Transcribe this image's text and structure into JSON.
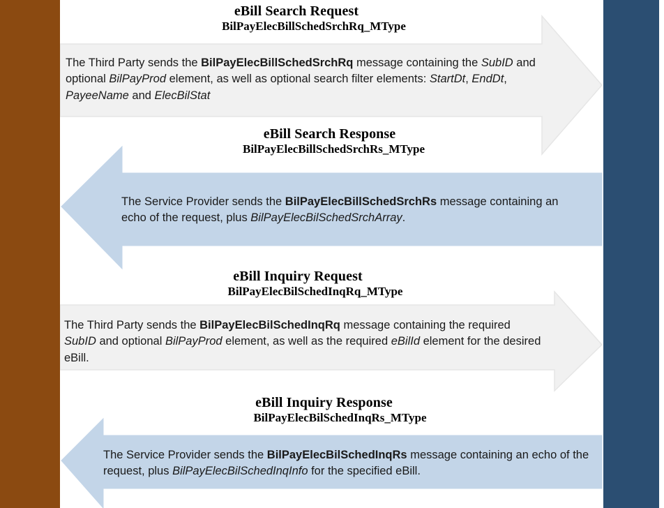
{
  "palette": {
    "left_bar": "#8B4A11",
    "right_bar": "#2B4E72",
    "arrow_grey": "#F1F1F1",
    "arrow_grey_edge": "#E2E2E2",
    "arrow_blue": "#C3D5E8",
    "page_white": "#FFFFFF",
    "text": "#1A1A1A"
  },
  "sections": [
    {
      "id": "ebill-search-request",
      "title": "eBill Search Request",
      "subtitle": "BilPayElecBillSchedSrchRq_MType",
      "direction": "right",
      "arrow_color": "#F1F1F1",
      "body": {
        "line1_pre": "The Third Party sends the ",
        "line1_bold": "BilPayElecBillSchedSrchRq",
        "line1_post": " message containing",
        "line2_pre": " the ",
        "line2_i1": "SubID",
        "line2_mid": " and optional ",
        "line2_i2": "BilPayProd",
        "line2_post": " element, as well as optional search filter",
        "line3_pre": "elements:  ",
        "line3_i1": "StartDt",
        "line3_sep1": ", ",
        "line3_i2": "EndDt",
        "line3_sep2": ", ",
        "line3_i3": "PayeeName",
        "line3_sep3": " and ",
        "line3_i4": "ElecBilStat"
      }
    },
    {
      "id": "ebill-search-response",
      "title": "eBill Search Response",
      "subtitle": "BilPayElecBillSchedSrchRs_MType",
      "direction": "left",
      "arrow_color": "#C3D5E8",
      "body": {
        "line1_pre": "The Service Provider sends the ",
        "line1_bold": "BilPayElecBillSchedSrchRs",
        "line1_post": " message",
        "line2_pre": "containing an echo of the request, plus ",
        "line2_i1": "BilPayElecBilSchedSrchArray",
        "line2_post": "."
      }
    },
    {
      "id": "ebill-inquiry-request",
      "title": "eBill Inquiry Request",
      "subtitle": "BilPayElecBilSchedInqRq_MType",
      "direction": "right",
      "arrow_color": "#F1F1F1",
      "body": {
        "line1_pre": " The Third Party sends the ",
        "line1_bold": "BilPayElecBilSchedInqRq",
        "line1_post": " message containing the required",
        "line2_i1": "SubID",
        "line2_mid": " and optional ",
        "line2_i2": "BilPayProd",
        "line2_post2": " element, as well as the required ",
        "line2_i3": "eBilId",
        "line2_post3": " element for the",
        "line3": "desired eBill."
      }
    },
    {
      "id": "ebill-inquiry-response",
      "title": "eBill Inquiry Response",
      "subtitle": "BilPayElecBilSchedInqRs_MType",
      "direction": "left",
      "arrow_color": "#C3D5E8",
      "body": {
        "line1_pre": "The Service Provider sends the ",
        "line1_bold": "BilPayElecBilSchedInqRs",
        "line1_post": " message containing an echo of",
        "line2_pre": "the request, plus ",
        "line2_i1": "BilPayElecBilSchedInqInfo",
        "line2_post": " for the specified eBill."
      }
    }
  ]
}
